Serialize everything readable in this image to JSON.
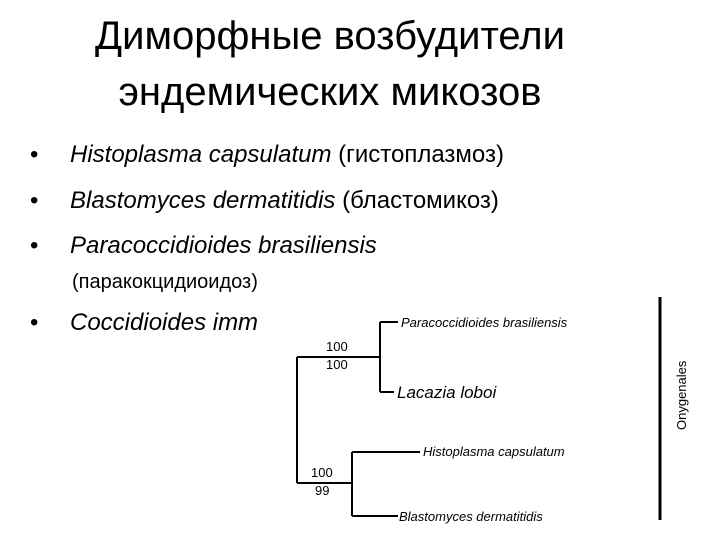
{
  "title": {
    "line1": "Диморфные возбудители",
    "line2": "эндемических микозов"
  },
  "bullets": [
    {
      "marker": "•",
      "italic": "Histoplasma capsulatum",
      "plain": " (гистоплазмоз)"
    },
    {
      "marker": "•",
      "italic": "Blastomyces dermatitidis",
      "plain": " (бластомикоз)"
    },
    {
      "marker": "•",
      "italic": "Paracoccidioides brasiliensis",
      "plain": ""
    },
    {
      "marker": "•",
      "italic": "Coccidioides imm",
      "plain": ""
    }
  ],
  "subline": "(паракокцидиоидоз)",
  "tree": {
    "leaves": [
      "Paracoccidioides brasiliensis",
      "Lacazia loboi",
      "Histoplasma capsulatum",
      "Blastomyces dermatitidis"
    ],
    "support_upper": [
      "100",
      "100"
    ],
    "support_lower": [
      "100",
      "99"
    ],
    "clade": "Onygenales"
  }
}
